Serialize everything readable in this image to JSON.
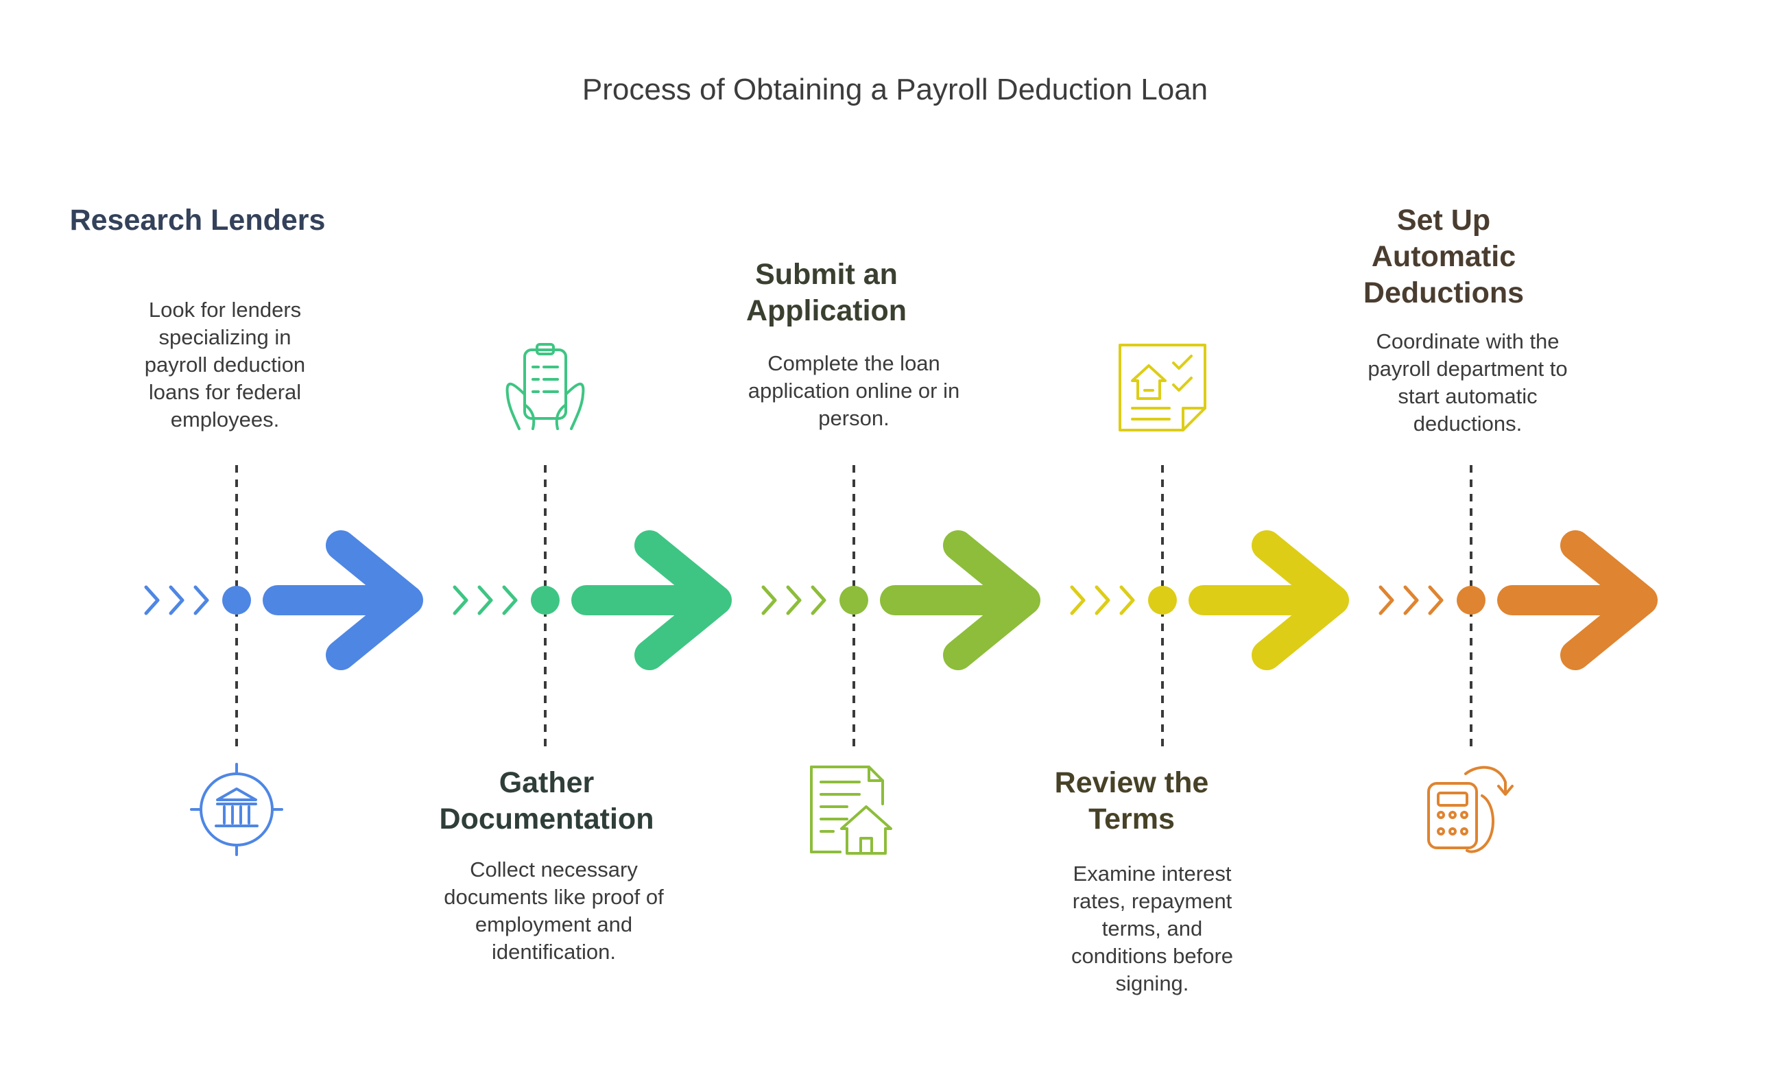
{
  "title": "Process of Obtaining a Payroll Deduction Loan",
  "steps": [
    {
      "heading": "Research Lenders",
      "description": "Look for lenders specializing in payroll deduction loans for federal employees.",
      "icon": "bank-icon",
      "color": "#4e86e4",
      "heading_color": "#34415a"
    },
    {
      "heading": "Gather Documentation",
      "description": "Collect necessary documents like proof of employment and identification.",
      "icon": "clipboard-hands-icon",
      "color": "#3ec583",
      "heading_color": "#2f3e38"
    },
    {
      "heading": "Submit an Application",
      "description": "Complete the loan application online or in person.",
      "icon": "document-house-icon",
      "color": "#8dbd3a",
      "heading_color": "#3a4030"
    },
    {
      "heading": "Review the Terms",
      "description": "Examine interest rates, repayment terms, and conditions before signing.",
      "icon": "checklist-house-icon",
      "color": "#ddcd16",
      "heading_color": "#474227"
    },
    {
      "heading": "Set Up Automatic Deductions",
      "description": "Coordinate with the payroll department to start automatic deductions.",
      "icon": "calculator-refresh-icon",
      "color": "#df8430",
      "heading_color": "#4a3d30"
    }
  ]
}
